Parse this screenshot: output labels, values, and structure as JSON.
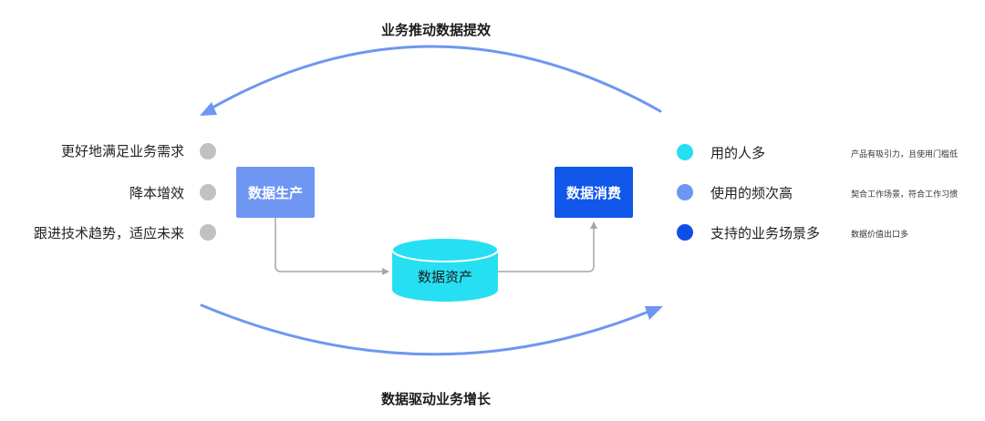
{
  "titles": {
    "top": "业务推动数据提效",
    "bottom": "数据驱动业务增长"
  },
  "left_items": [
    {
      "label": "更好地满足业务需求"
    },
    {
      "label": "降本增效"
    },
    {
      "label": "跟进技术趋势，适应未来"
    }
  ],
  "boxes": {
    "production": "数据生产",
    "consumption": "数据消费"
  },
  "cylinder": {
    "label": "数据资产"
  },
  "right_items": [
    {
      "label": "用的人多",
      "note": "产品有吸引力，且使用门槛低",
      "color": "#27dff2"
    },
    {
      "label": "使用的频次高",
      "note": "契合工作场景，符合工作习惯",
      "color": "#6e96f2"
    },
    {
      "label": "支持的业务场景多",
      "note": "数据价值出口多",
      "color": "#0d4fe8"
    }
  ],
  "colors": {
    "arrow_blue": "#6e96f2",
    "production_box": "#6e96f2",
    "consumption_box": "#1157ea",
    "cylinder": "#27dff2",
    "grey_dot": "#bfc1c4",
    "connector": "#a6a6a6"
  }
}
